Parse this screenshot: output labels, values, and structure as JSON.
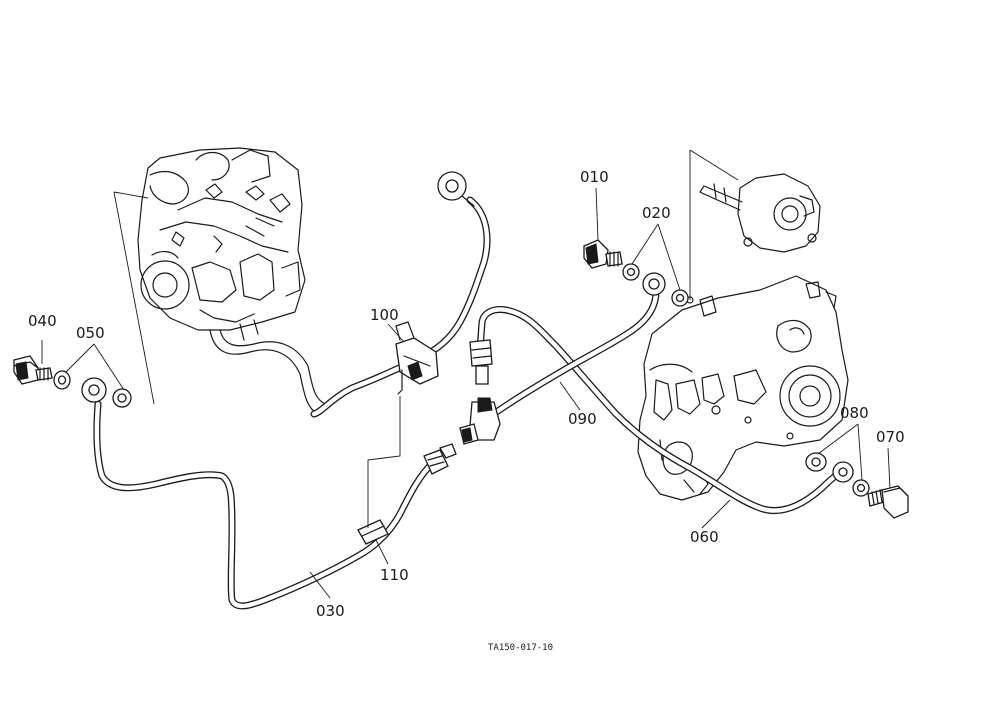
{
  "labels": {
    "p010": "010",
    "p020": "020",
    "p030": "030",
    "p040": "040",
    "p050": "050",
    "p060": "060",
    "p070": "070",
    "p080": "080",
    "p090": "090",
    "p100": "100",
    "p110": "110"
  },
  "figure_code": "TA150-017-10"
}
